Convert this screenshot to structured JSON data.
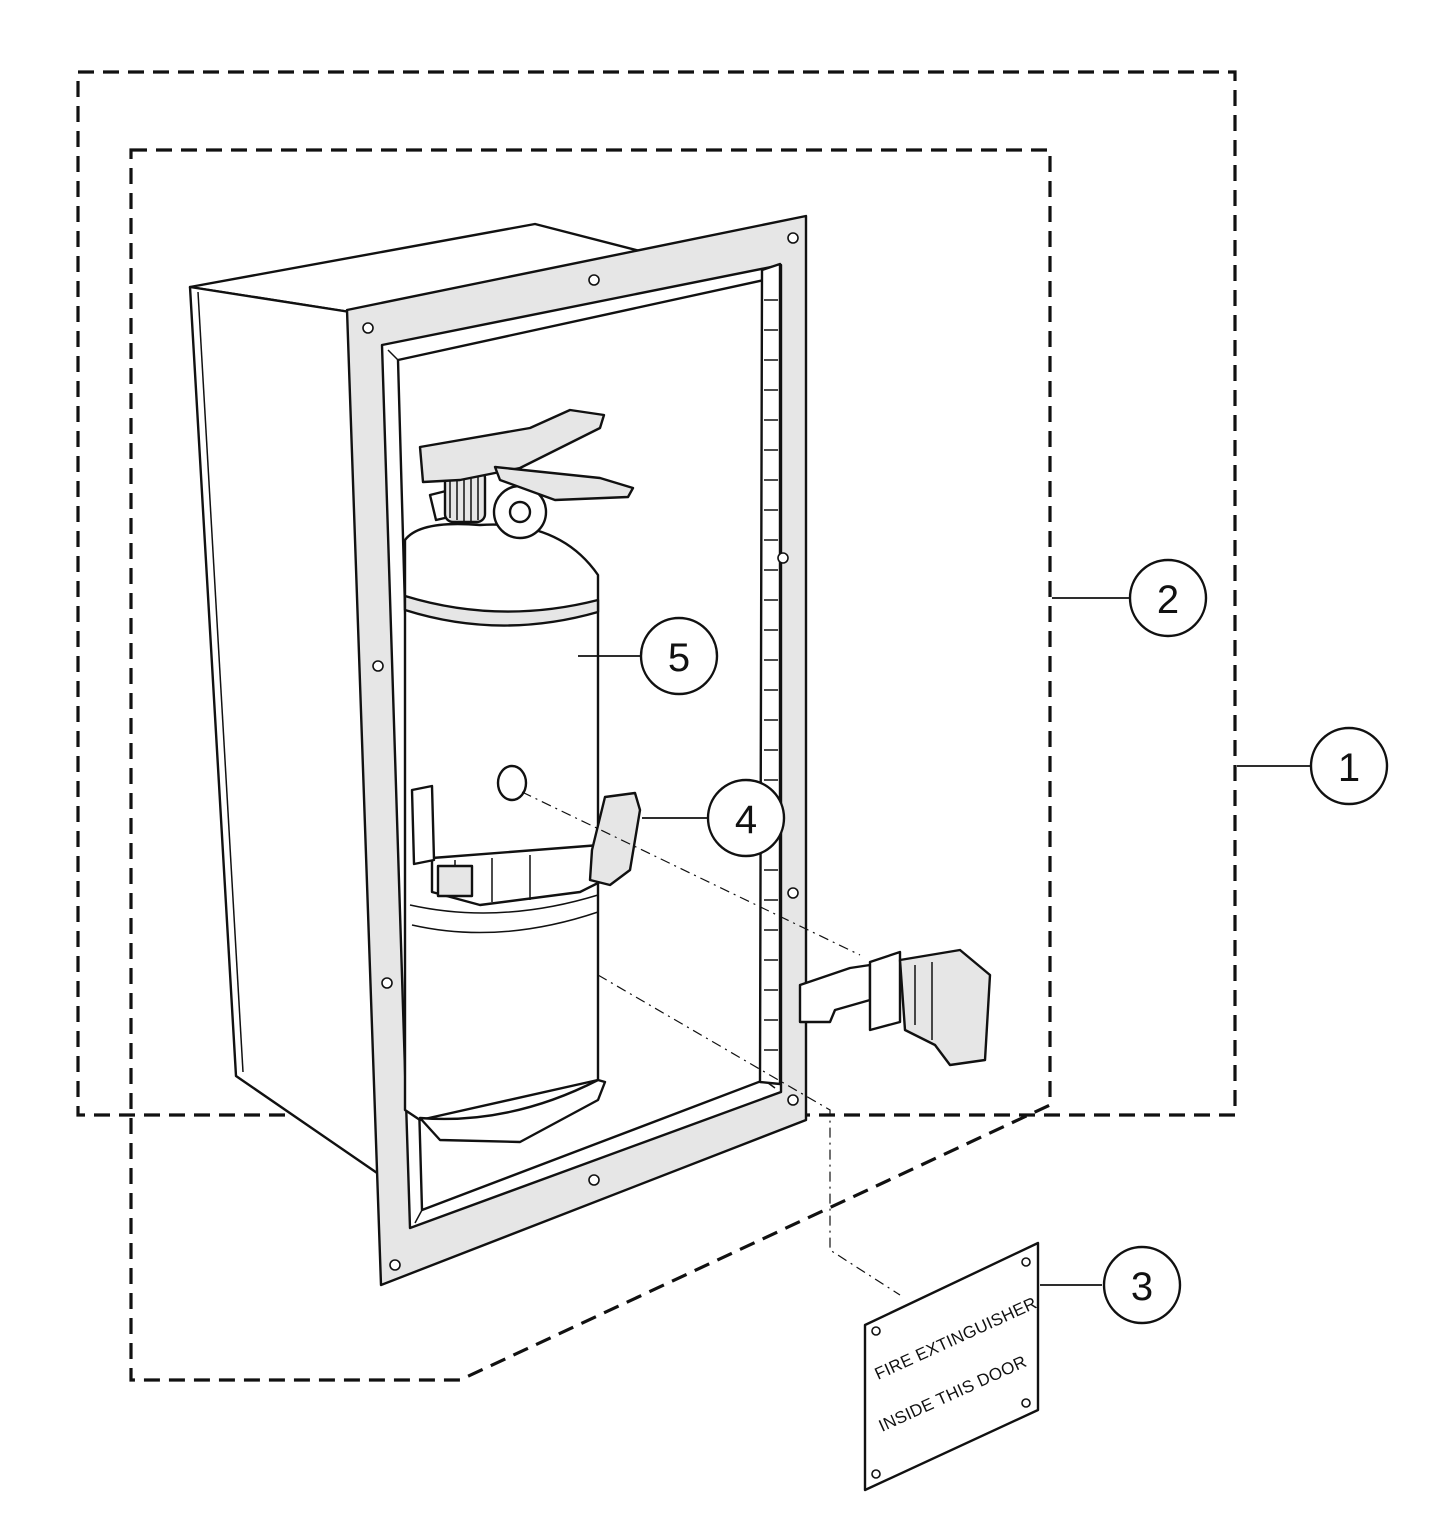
{
  "callouts": [
    {
      "id": "1",
      "label": "1"
    },
    {
      "id": "2",
      "label": "2"
    },
    {
      "id": "3",
      "label": "3"
    },
    {
      "id": "4",
      "label": "4"
    },
    {
      "id": "5",
      "label": "5"
    }
  ],
  "plaque": {
    "line1": "FIRE EXTINGUISHER",
    "line2": "INSIDE THIS DOOR"
  }
}
